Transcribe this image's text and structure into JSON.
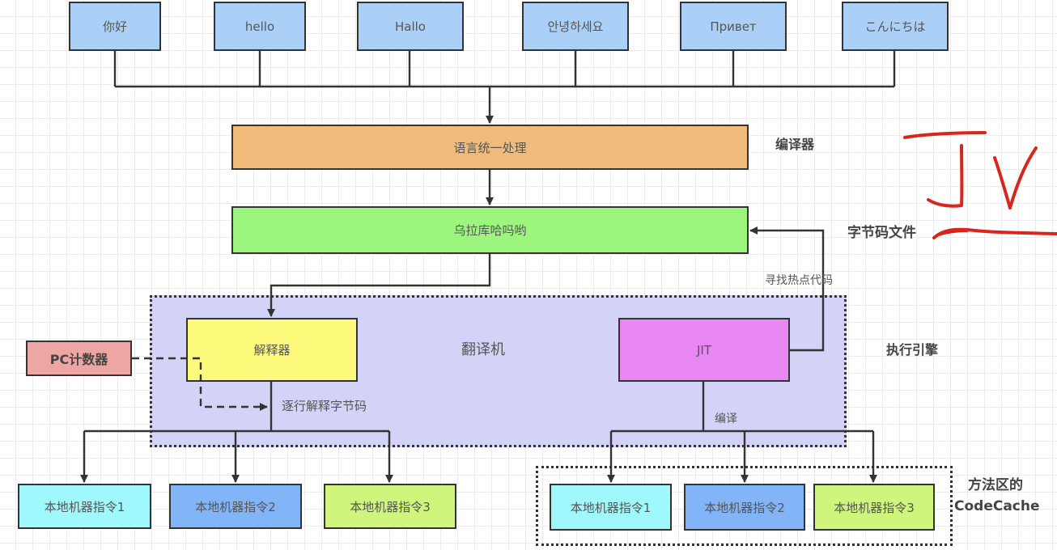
{
  "languages": [
    "你好",
    "hello",
    "Hallo",
    "안녕하세요",
    "Привет",
    "こんにちは"
  ],
  "compiler": {
    "box_label": "语言统一处理",
    "side_label": "编译器"
  },
  "bytecode": {
    "box_label": "乌拉库哈吗哟",
    "side_label": "字节码文件"
  },
  "execution_engine": {
    "side_label": "执行引擎",
    "center_label": "翻译机",
    "interpreter_label": "解释器",
    "jit_label": "JIT",
    "interpret_edge_label": "逐行解释字节码",
    "compile_edge_label": "编译",
    "hotspot_edge_label": "寻找热点代码"
  },
  "pc_counter": {
    "label": "PC计数器"
  },
  "interpreter_outputs": [
    "本地机器指令1",
    "本地机器指令2",
    "本地机器指令3"
  ],
  "jit_outputs": [
    "本地机器指令1",
    "本地机器指令2",
    "本地机器指令3"
  ],
  "code_cache": {
    "label_line1": "方法区的",
    "label_line2": "CodeCache"
  },
  "annotation": {
    "text": "JV",
    "color": "#d8261c"
  },
  "colors": {
    "language_box": "#abd0f7",
    "compiler_box": "#f0bb7a",
    "bytecode_box": "#9cf57c",
    "engine_container": "#d3d3f7",
    "interpreter_box": "#fdfa7c",
    "jit_box": "#e987f5",
    "pc_box": "#eea6a3",
    "output_1": "#9ff8fb",
    "output_2": "#82b4f8",
    "output_3": "#cff57c"
  }
}
